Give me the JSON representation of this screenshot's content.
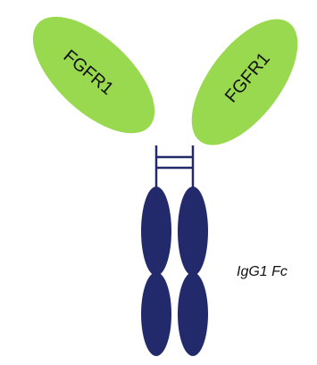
{
  "diagram": {
    "left_domain": {
      "label": "FGFR1"
    },
    "right_domain": {
      "label": "FGFR1"
    },
    "fc_label": "IgG1 Fc"
  },
  "colors": {
    "fgfr1_domain": "#98d94f",
    "fc_domain": "#232a6b",
    "linker": "#232a6b",
    "text": "#111111"
  }
}
